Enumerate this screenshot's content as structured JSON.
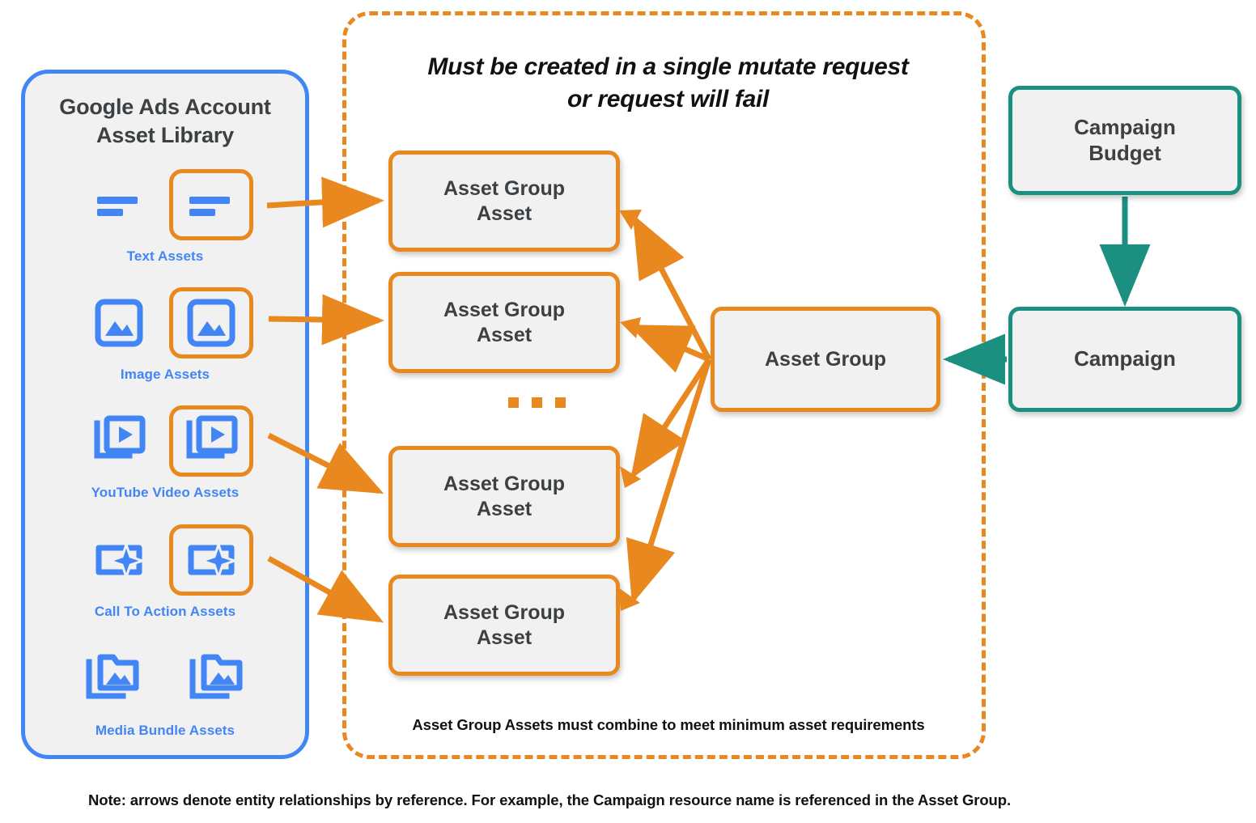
{
  "sidebar": {
    "title": "Google Ads Account\nAsset Library",
    "title_line1": "Google Ads Account",
    "title_line2": "Asset Library",
    "border_color": "#4285F4",
    "items": [
      {
        "label": "Text Assets",
        "icon": "text-asset-icon",
        "highlighted": true
      },
      {
        "label": "Image Assets",
        "icon": "image-asset-icon",
        "highlighted": true
      },
      {
        "label": "YouTube Video  Assets",
        "icon": "youtube-video-asset-icon",
        "highlighted": true
      },
      {
        "label": "Call To Action Assets",
        "icon": "call-to-action-asset-icon",
        "highlighted": true
      },
      {
        "label": "Media Bundle  Assets",
        "icon": "media-bundle-asset-icon",
        "highlighted": false
      }
    ]
  },
  "mutate_group": {
    "title_line1": "Must be created in a single mutate request",
    "title_line2": "or request will fail",
    "footnote": "Asset Group Assets must combine to meet minimum asset requirements",
    "border_color": "#E8881E",
    "asset_group_assets": [
      {
        "label": "Asset Group\nAsset",
        "line1": "Asset Group",
        "line2": "Asset"
      },
      {
        "label": "Asset Group\nAsset",
        "line1": "Asset Group",
        "line2": "Asset"
      },
      {
        "label": "Asset Group\nAsset",
        "line1": "Asset Group",
        "line2": "Asset"
      },
      {
        "label": "Asset Group\nAsset",
        "line1": "Asset Group",
        "line2": "Asset"
      }
    ],
    "ellipsis": "..."
  },
  "nodes": {
    "asset_group": {
      "label": "Asset Group",
      "color": "#E8881E"
    },
    "campaign_budget_line1": "Campaign",
    "campaign_budget_line2": "Budget",
    "campaign": {
      "label": "Campaign",
      "color": "#1B9080"
    }
  },
  "note": "Note: arrows denote entity relationships by reference. For example, the Campaign resource name is referenced in the Asset Group.",
  "colors": {
    "orange": "#E8881E",
    "blue": "#4285F4",
    "teal": "#1B9080",
    "node_fill": "#F1F1F1",
    "text": "#3C4043",
    "background": "#FFFFFF"
  }
}
